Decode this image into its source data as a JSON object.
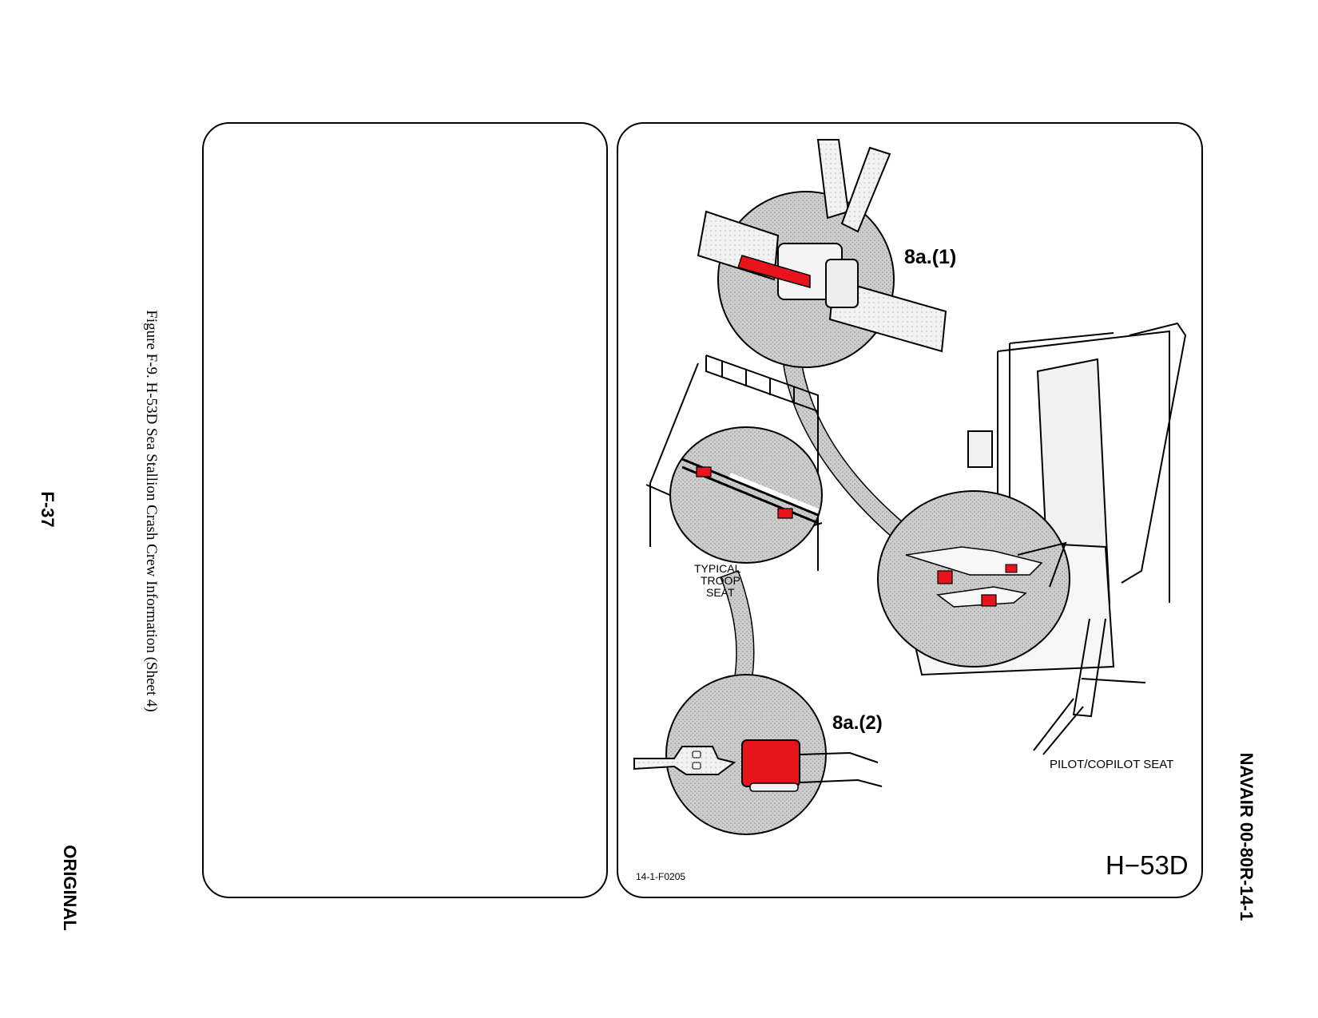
{
  "header": {
    "doc_id": "NAVAIR 00-80R-14-1"
  },
  "footer": {
    "page_number": "F-37",
    "status": "ORIGINAL"
  },
  "caption": "Figure F-9.  H-53D Sea Stallion Crash Crew Information (Sheet 4)",
  "figure": {
    "callout_1": "8a.(1)",
    "callout_2": "8a.(2)",
    "troop_seat_line1": "TYPICAL",
    "troop_seat_line2": "TROOP",
    "troop_seat_line3": "SEAT",
    "pilot_seat": "PILOT/COPILOT SEAT",
    "aircraft": "H−53D",
    "figure_id": "14-1-F0205"
  },
  "colors": {
    "highlight": "#e8141b",
    "shade": "#c4c4c4",
    "ink": "#000000"
  }
}
